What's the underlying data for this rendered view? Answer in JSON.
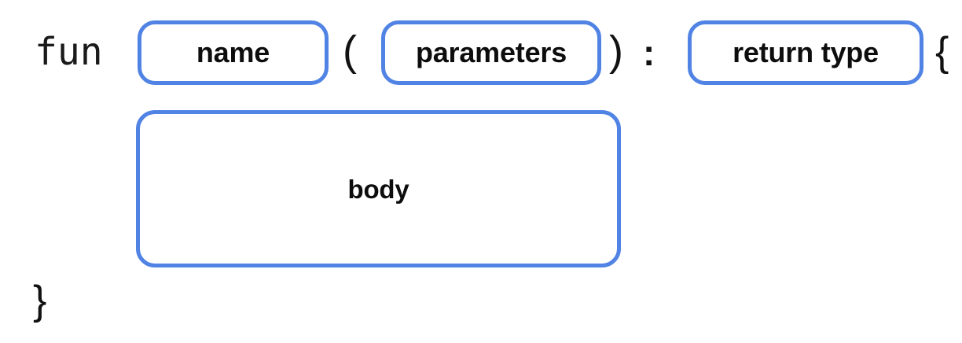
{
  "diagram": {
    "kind": "function-declaration-syntax",
    "language_keyword": "fun",
    "accent_color": "#5083e4",
    "text_color": "#0d0d0d",
    "background_color": "#ffffff",
    "signature_line": {
      "keyword": "fun",
      "open_paren": "(",
      "close_paren": ")",
      "colon": ":",
      "open_brace": "{"
    },
    "closing_line": {
      "close_brace": "}"
    },
    "slots": [
      {
        "id": "name",
        "label": "name"
      },
      {
        "id": "parameters",
        "label": "parameters"
      },
      {
        "id": "return_type",
        "label": "return type"
      },
      {
        "id": "body",
        "label": "body"
      }
    ]
  }
}
